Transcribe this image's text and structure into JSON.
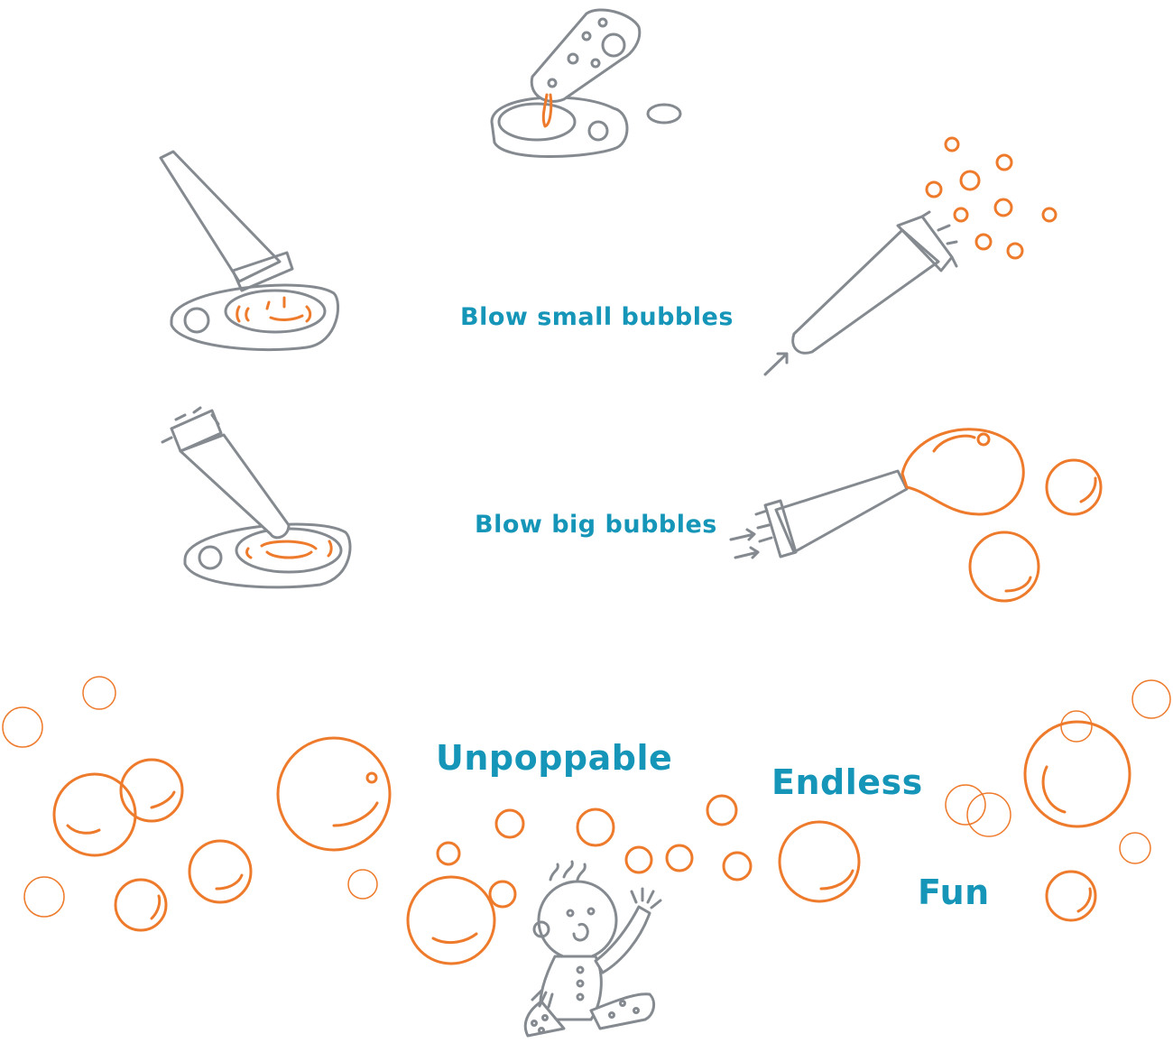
{
  "captions": {
    "small": "Blow small bubbles",
    "big": "Blow big bubbles",
    "unpoppable": "Unpoppable",
    "endless": "Endless",
    "fun": "Fun"
  },
  "colors": {
    "caption": "#1596b8",
    "line_art": "#848a8f",
    "bubbles": "#ee7a2b"
  }
}
